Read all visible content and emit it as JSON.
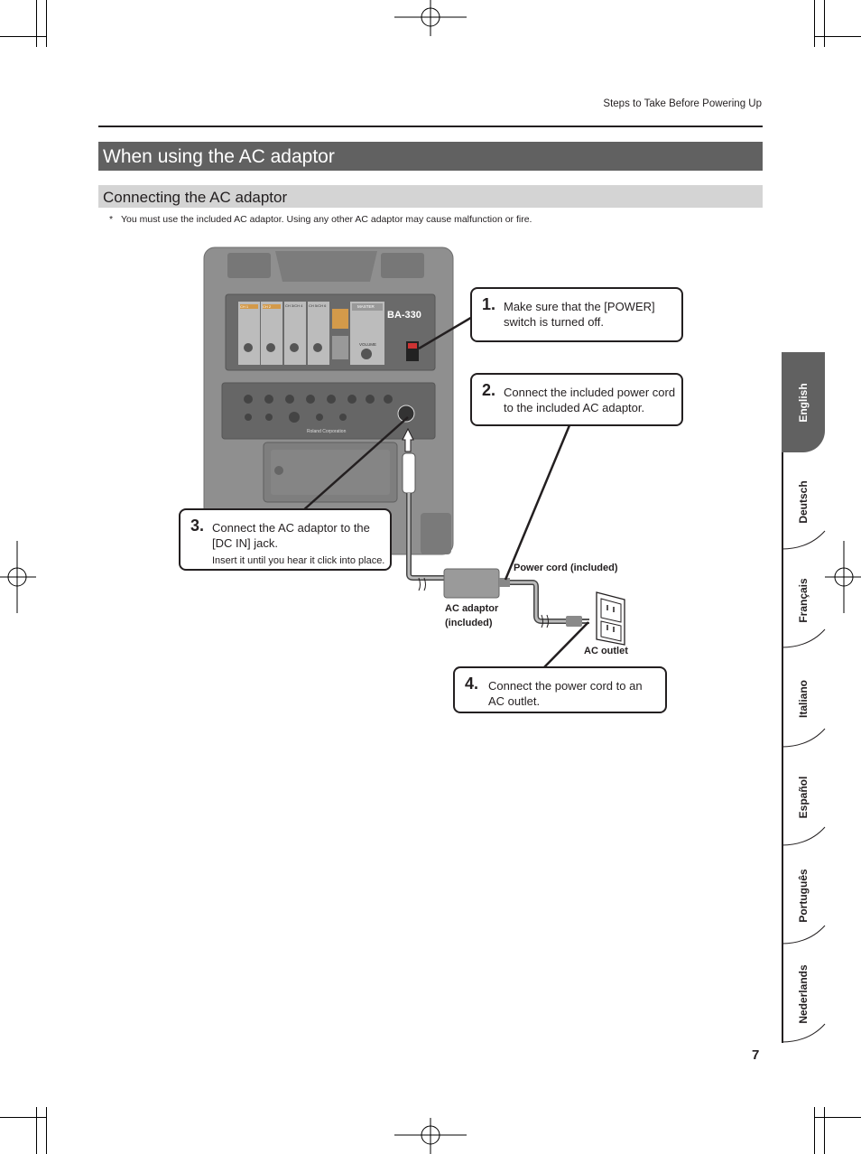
{
  "running_head": "Steps to Take Before Powering Up",
  "section_title": "When using the AC adaptor",
  "subsection_title": "Connecting the AC adaptor",
  "note": {
    "marker": "*",
    "text": "You must use the included AC adaptor. Using any other AC adaptor may cause malfunction or fire."
  },
  "steps": [
    {
      "number": "1.",
      "text": "Make sure that the [POWER] switch is turned off.",
      "sub": ""
    },
    {
      "number": "2.",
      "text": "Connect the included power cord to the included AC adaptor.",
      "sub": ""
    },
    {
      "number": "3.",
      "text": "Connect the AC adaptor to the [DC IN] jack.",
      "sub": "Insert it until you hear it click into place."
    },
    {
      "number": "4.",
      "text": "Connect the power cord to an AC outlet.",
      "sub": ""
    }
  ],
  "labels": {
    "power_cord": "Power cord (included)",
    "ac_adaptor": "AC adaptor (included)",
    "ac_outlet": "AC outlet"
  },
  "amp": {
    "model": "BA-330",
    "maker": "Roland Corporation",
    "section": "MASTER",
    "knob_label": "VOLUME",
    "channels": [
      "CH 1",
      "CH 2",
      "CH 3/CH 4",
      "CH 5/CH 6"
    ]
  },
  "language_tabs": [
    "English",
    "Deutsch",
    "Français",
    "Italiano",
    "Español",
    "Português",
    "Nederlands"
  ],
  "active_language": "English",
  "page_number": "7",
  "colors": {
    "heading_bar": "#616161",
    "subheading_bar": "#d4d4d4",
    "amp_body": "#8a8a8a"
  }
}
